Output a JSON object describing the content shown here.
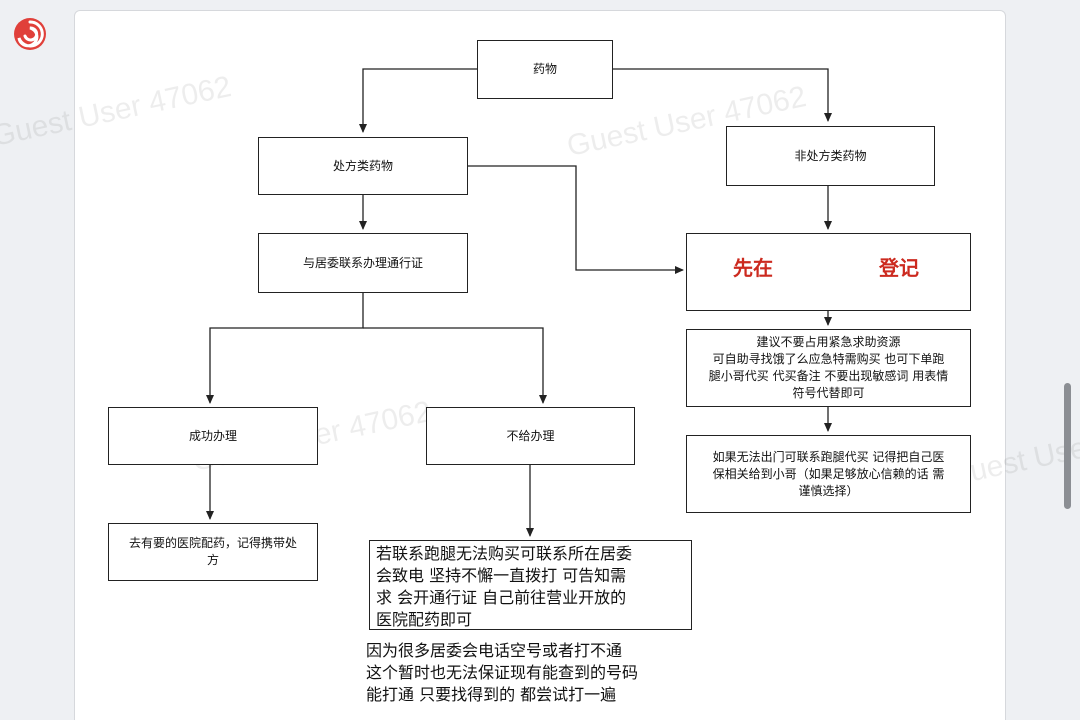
{
  "nodes": {
    "medicine": "药物",
    "prescription": "处方类药物",
    "otc": "非处方类药物",
    "contact_committee": "与居委联系办理通行证",
    "register_first": {
      "left": "先在",
      "right": "登记"
    },
    "advice": [
      "建议不要占用紧急求助资源",
      "可自助寻找饿了么应急特需购买 也可下单跑",
      "腿小哥代买 代买备注 不要出现敏感词 用表情",
      "符号代替即可"
    ],
    "runner_option": [
      "如果无法出门可联系跑腿代买 记得把自己医",
      "保相关给到小哥（如果足够放心信赖的话 需",
      "谨慎选择）"
    ],
    "success": "成功办理",
    "refused": "不给办理",
    "go_hospital": [
      "去有要的医院配药，记得携带处",
      "方"
    ],
    "keep_calling": [
      "若联系跑腿无法购买可联系所在居委",
      "会致电 坚持不懈一直拨打 可告知需",
      "求 会开通行证 自己前往营业开放的",
      "医院配药即可"
    ]
  },
  "note": [
    "因为很多居委会电话空号或者打不通",
    "这个暂时也无法保证现有能查到的号码",
    "能打通 只要找得到的 都尝试打一遍"
  ],
  "watermark": {
    "text": "Guest User 47062"
  },
  "colors": {
    "accent_red": "#cc2a1f",
    "line": "#222222",
    "logo_red": "#e0403a"
  },
  "icons": {
    "app_logo": "spiral-logo-icon",
    "scrollbar": "scrollbar-thumb"
  }
}
